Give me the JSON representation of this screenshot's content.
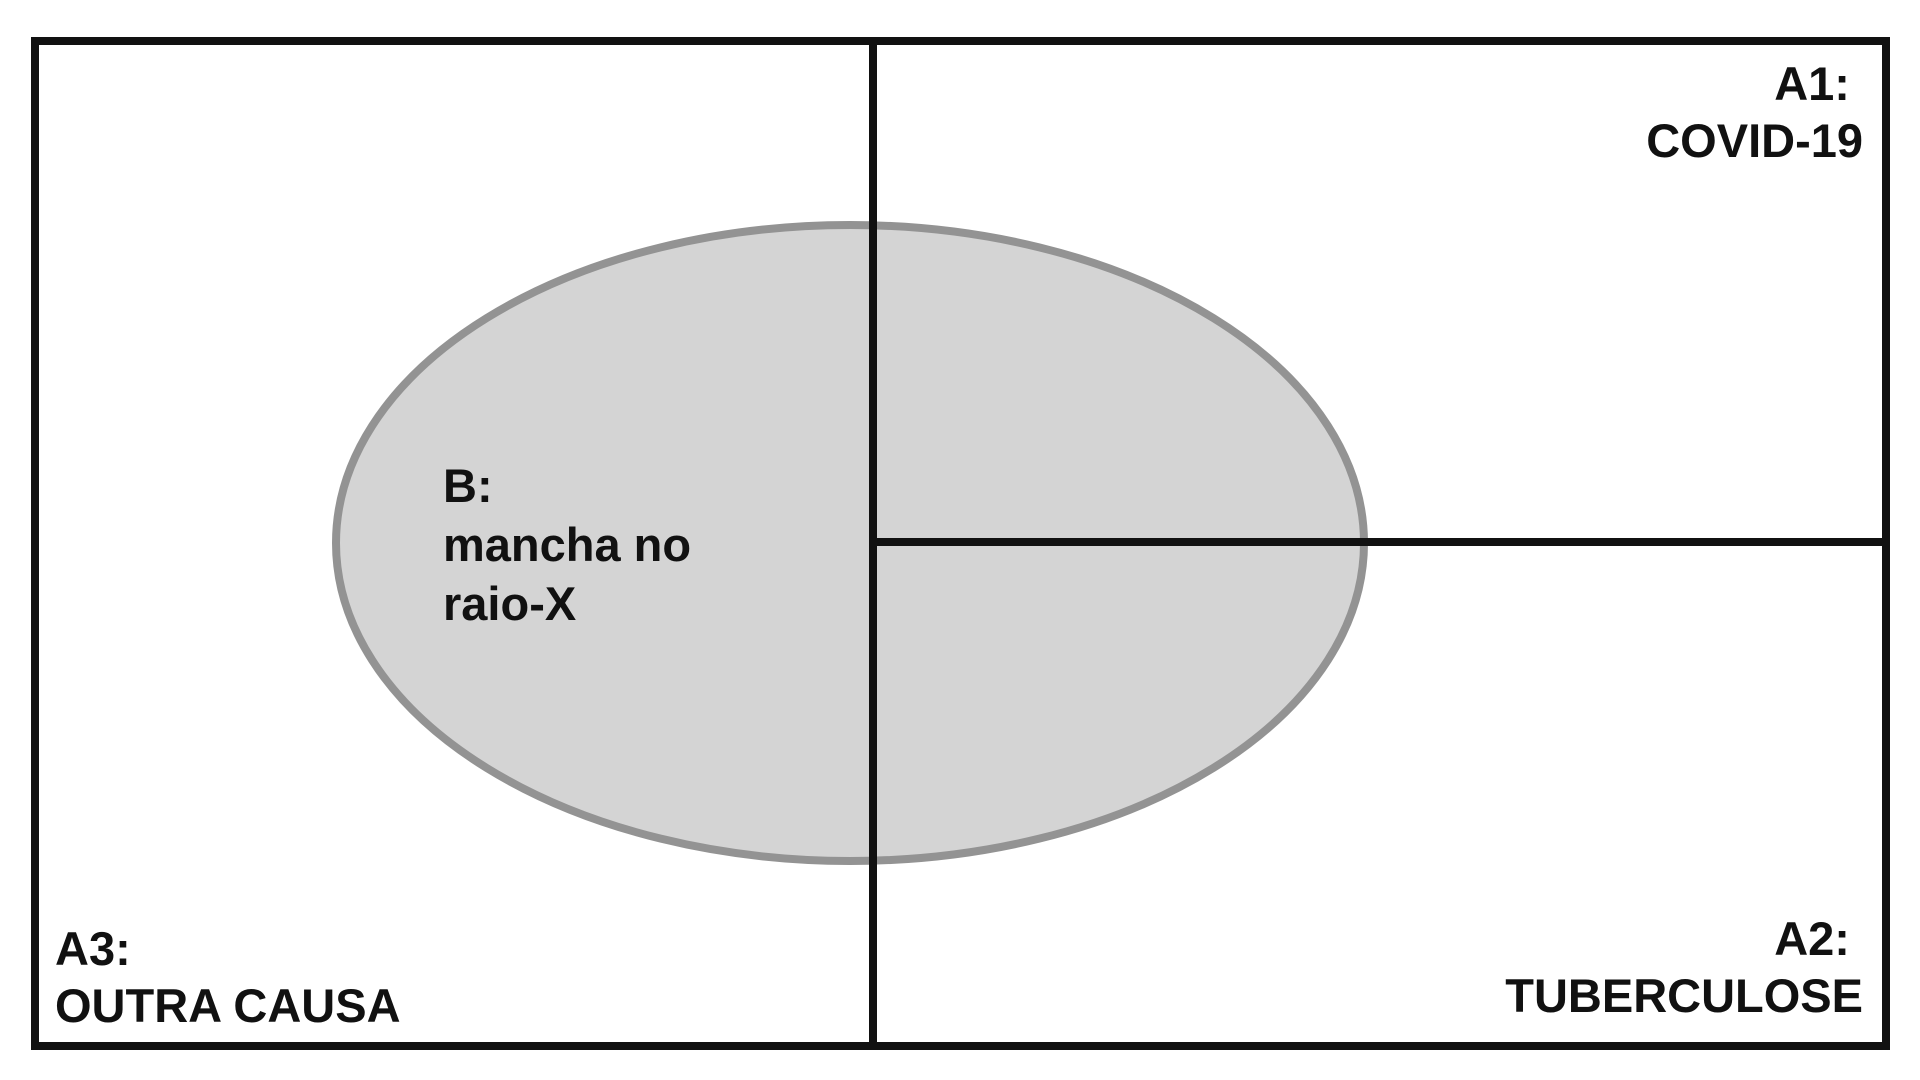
{
  "colors": {
    "background": "#ffffff",
    "line": "#111111",
    "ellipse_fill": "#d4d4d4",
    "ellipse_stroke": "#939393",
    "text": "#111111"
  },
  "regions": {
    "a1": {
      "line1": "A1:",
      "line2": "COVID-19"
    },
    "a2": {
      "line1": "A2:",
      "line2": "TUBERCULOSE"
    },
    "a3": {
      "line1": "A3:",
      "line2": "OUTRA CAUSA"
    },
    "b": {
      "line1": "B:",
      "line2": "mancha no",
      "line3": "raio-X"
    }
  }
}
